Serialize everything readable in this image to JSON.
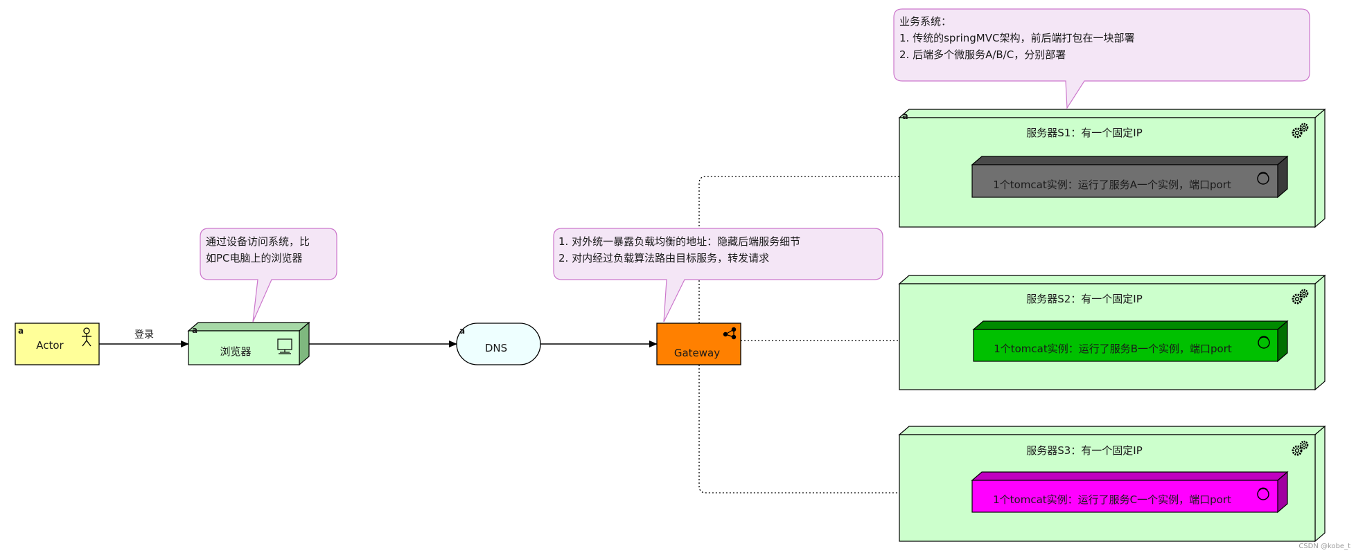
{
  "actor": {
    "label": "Actor",
    "tag": "a"
  },
  "login_label": "登录",
  "browser": {
    "label": "浏览器",
    "tag": "a"
  },
  "dns": {
    "label": "DNS",
    "tag": "a"
  },
  "gateway": {
    "label": "Gateway"
  },
  "notes": {
    "browser": {
      "line1": "通过设备访问系统，比",
      "line2": "如PC电脑上的浏览器"
    },
    "gateway": {
      "line1": "1. 对外统一暴露负载均衡的地址：隐藏后端服务细节",
      "line2": "2. 对内经过负载算法路由目标服务，转发请求"
    },
    "system": {
      "line1": "业务系统：",
      "line2": "1. 传统的springMVC架构，前后端打包在一块部署",
      "line3": "2. 后端多个微服务A/B/C，分别部署"
    }
  },
  "servers": [
    {
      "title": "服务器S1：有一个固定IP",
      "tag": "a",
      "tomcat": "1个tomcat实例：运行了服务A一个实例，端口port",
      "color": "#707070"
    },
    {
      "title": "服务器S2：有一个固定IP",
      "tomcat": "1个tomcat实例：运行了服务B一个实例，端口port",
      "color": "#00c000"
    },
    {
      "title": "服务器S3：有一个固定IP",
      "tomcat": "1个tomcat实例：运行了服务C一个实例，端口port",
      "color": "#ff00ff"
    }
  ],
  "colors": {
    "actor": "#ffff99",
    "browser": "#ccffcc",
    "dns": "#eeffff",
    "gateway": "#ff8000",
    "server": "#ccffcc",
    "note": "#f4e6f6",
    "note_border": "#cc77cc"
  },
  "watermark": "CSDN @kobe_t"
}
